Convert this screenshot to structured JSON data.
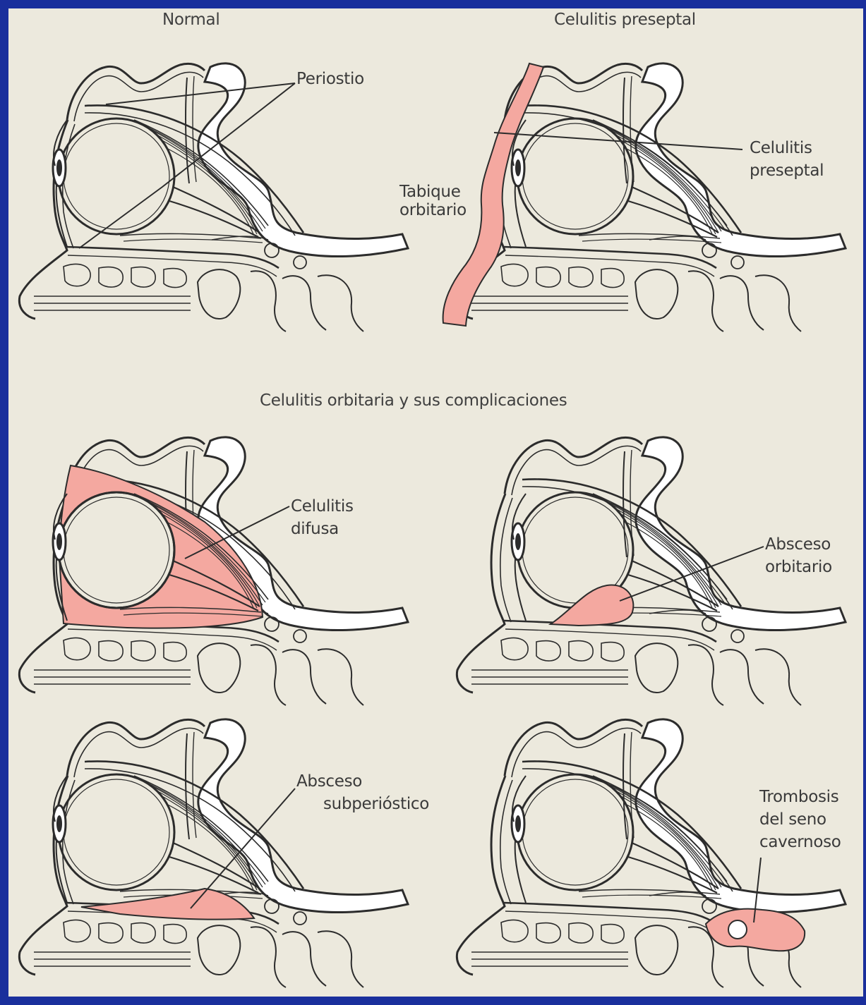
{
  "panels": {
    "normal": {
      "title": "Normal",
      "label_periostio": "Periostio"
    },
    "preseptal": {
      "title": "Celulitis preseptal",
      "label_celulitis_line1": "Celulitis",
      "label_celulitis_line2": "preseptal",
      "label_tabique_line1": "Tabique",
      "label_tabique_line2": "orbitario"
    },
    "section_title": "Celulitis orbitaria y sus complicaciones",
    "difusa": {
      "label_line1": "Celulitis",
      "label_line2": "difusa"
    },
    "orbitario": {
      "label_line1": "Absceso",
      "label_line2": "orbitario"
    },
    "subperiostico": {
      "label_line1": "Absceso",
      "label_line2": "subperióstico"
    },
    "trombosis": {
      "label_line1": "Trombosis",
      "label_line2": "del seno",
      "label_line3": "cavernoso"
    }
  },
  "colors": {
    "background": "#ece9dd",
    "frame": "#1a2f9c",
    "infection": "#f4a8a0",
    "line": "#2c2c2c",
    "bone": "#ffffff"
  }
}
